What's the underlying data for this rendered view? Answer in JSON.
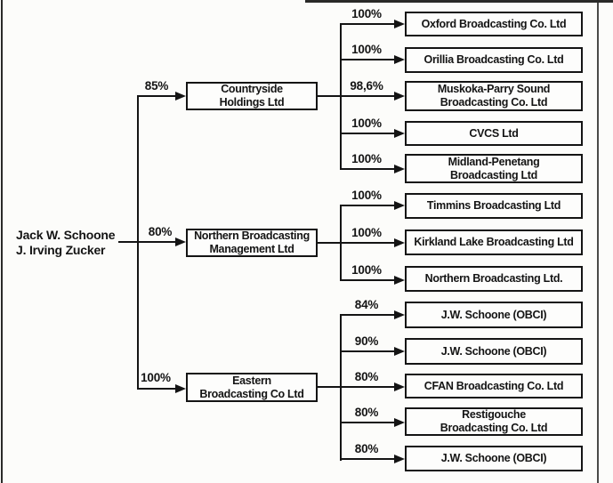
{
  "owner": {
    "name_line1": "Jack W. Schoone",
    "name_line2": "J. Irving Zucker"
  },
  "holdings": [
    {
      "name_line1": "Countryside",
      "name_line2": "Holdings Ltd",
      "ownership_pct": "85%"
    },
    {
      "name_line1": "Northern Broadcasting",
      "name_line2": "Management Ltd",
      "ownership_pct": "80%"
    },
    {
      "name_line1": "Eastern",
      "name_line2": "Broadcasting Co Ltd",
      "ownership_pct": "100%"
    }
  ],
  "subsidiaries": [
    {
      "group": "Countryside Holdings Ltd",
      "ownership_pct": "100%",
      "name_line1": "Oxford Broadcasting Co. Ltd"
    },
    {
      "group": "Countryside Holdings Ltd",
      "ownership_pct": "100%",
      "name_line1": "Orillia Broadcasting Co. Ltd"
    },
    {
      "group": "Countryside Holdings Ltd",
      "ownership_pct": "98,6%",
      "name_line1": "Muskoka-Parry Sound",
      "name_line2": "Broadcasting Co. Ltd"
    },
    {
      "group": "Countryside Holdings Ltd",
      "ownership_pct": "100%",
      "name_line1": "CVCS Ltd"
    },
    {
      "group": "Countryside Holdings Ltd",
      "ownership_pct": "100%",
      "name_line1": "Midland-Penetang",
      "name_line2": "Broadcasting Ltd"
    },
    {
      "group": "Northern Broadcasting Management Ltd",
      "ownership_pct": "100%",
      "name_line1": "Timmins Broadcasting Ltd"
    },
    {
      "group": "Northern Broadcasting Management Ltd",
      "ownership_pct": "100%",
      "name_line1": "Kirkland Lake Broadcasting Ltd"
    },
    {
      "group": "Northern Broadcasting Management Ltd",
      "ownership_pct": "100%",
      "name_line1": "Northern Broadcasting Ltd."
    },
    {
      "group": "Eastern Broadcasting Co Ltd",
      "ownership_pct": "84%",
      "name_line1": "J.W. Schoone (OBCI)"
    },
    {
      "group": "Eastern Broadcasting Co Ltd",
      "ownership_pct": "90%",
      "name_line1": "J.W. Schoone (OBCI)"
    },
    {
      "group": "Eastern Broadcasting Co Ltd",
      "ownership_pct": "80%",
      "name_line1": "CFAN Broadcasting Co. Ltd"
    },
    {
      "group": "Eastern Broadcasting Co Ltd",
      "ownership_pct": "80%",
      "name_line1": "Restigouche",
      "name_line2": "Broadcasting Co. Ltd"
    },
    {
      "group": "Eastern Broadcasting Co Ltd",
      "ownership_pct": "80%",
      "name_line1": "J.W. Schoone (OBCI)"
    }
  ],
  "colors": {
    "ink": "#141414",
    "background": "#fcfcfa",
    "box_background": "#fdfdfc"
  }
}
